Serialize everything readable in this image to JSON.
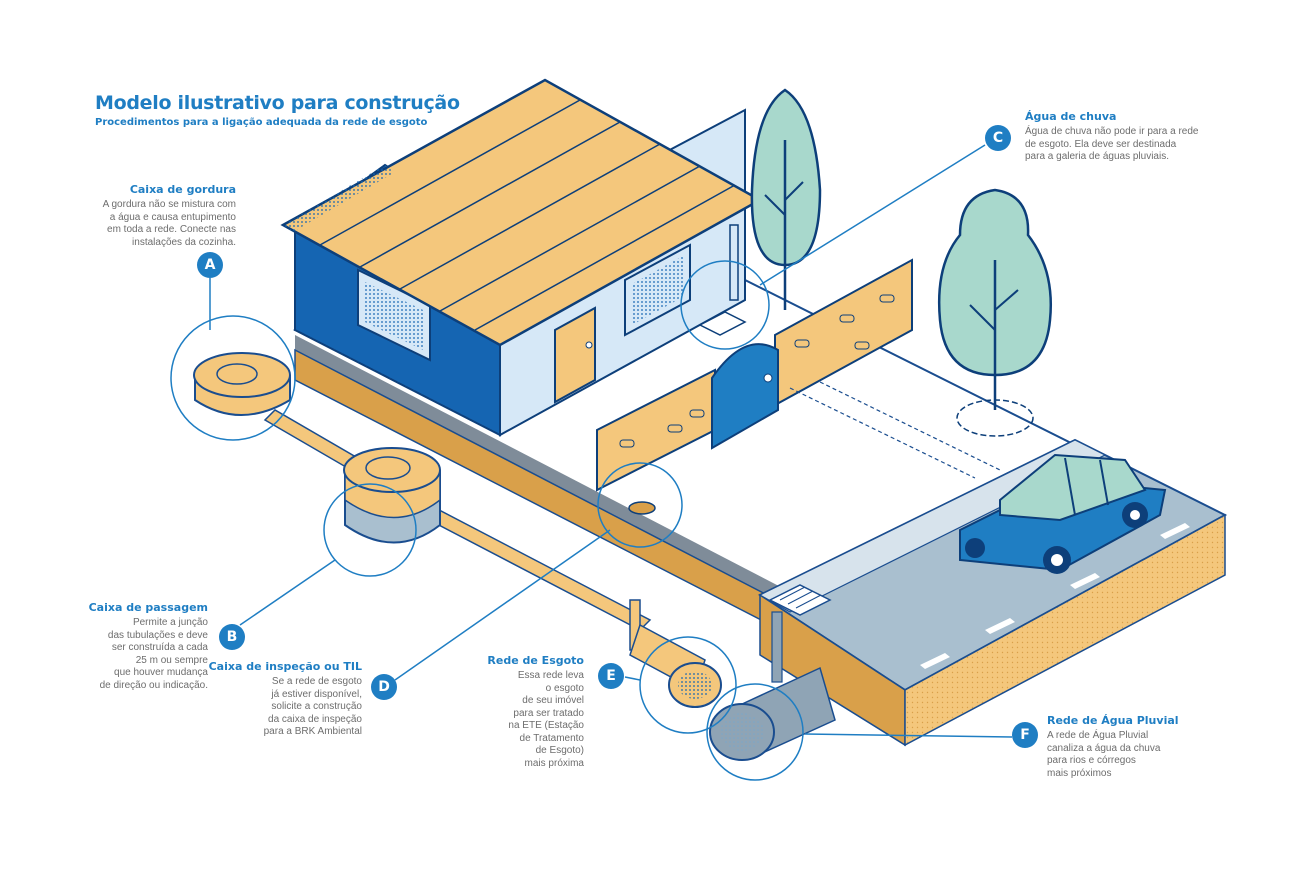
{
  "header": {
    "title": "Modelo ilustrativo para construção",
    "subtitle": "Procedimentos para a ligação adequada da rede de esgoto"
  },
  "colors": {
    "accent": "#1f7ec3",
    "house_blue": "#1565b2",
    "roof": "#f4c77c",
    "soil": "#f4c77c",
    "soil_dark": "#d9a04a",
    "road": "#a9bfcf",
    "tree": "#a8d8cc",
    "text_gray": "#6d6d6d"
  },
  "callouts": [
    {
      "letter": "A",
      "title": "Caixa de gordura",
      "lines": [
        "A gordura não se mistura com",
        "a água e causa entupimento",
        "em toda a rede. Conecte nas",
        "instalações da cozinha."
      ]
    },
    {
      "letter": "B",
      "title": "Caixa de passagem",
      "lines": [
        "Permite a junção",
        "das tubulações e deve",
        "ser construída a cada",
        "25 m ou sempre",
        "que houver mudança",
        "de direção ou indicação."
      ]
    },
    {
      "letter": "C",
      "title": "Água de chuva",
      "lines": [
        "Água de chuva não pode ir para a rede",
        "de esgoto. Ela deve ser destinada",
        "para a galeria de águas pluviais."
      ]
    },
    {
      "letter": "D",
      "title": "Caixa de inspeção ou TIL",
      "lines": [
        "Se a rede de esgoto",
        "já estiver disponível,",
        "solicite a construção",
        "da caixa de inspeção",
        "para a BRK Ambiental"
      ]
    },
    {
      "letter": "E",
      "title": "Rede de Esgoto",
      "lines": [
        "Essa rede leva",
        "o esgoto",
        "de seu imóvel",
        "para ser tratado",
        "na ETE  (Estação",
        "de Tratamento",
        "de Esgoto)",
        "mais próxima"
      ]
    },
    {
      "letter": "F",
      "title": "Rede de Água Pluvial",
      "lines": [
        "A rede de Água Pluvial",
        "canaliza a água da chuva",
        "para rios e córregos",
        "mais próximos"
      ]
    }
  ]
}
